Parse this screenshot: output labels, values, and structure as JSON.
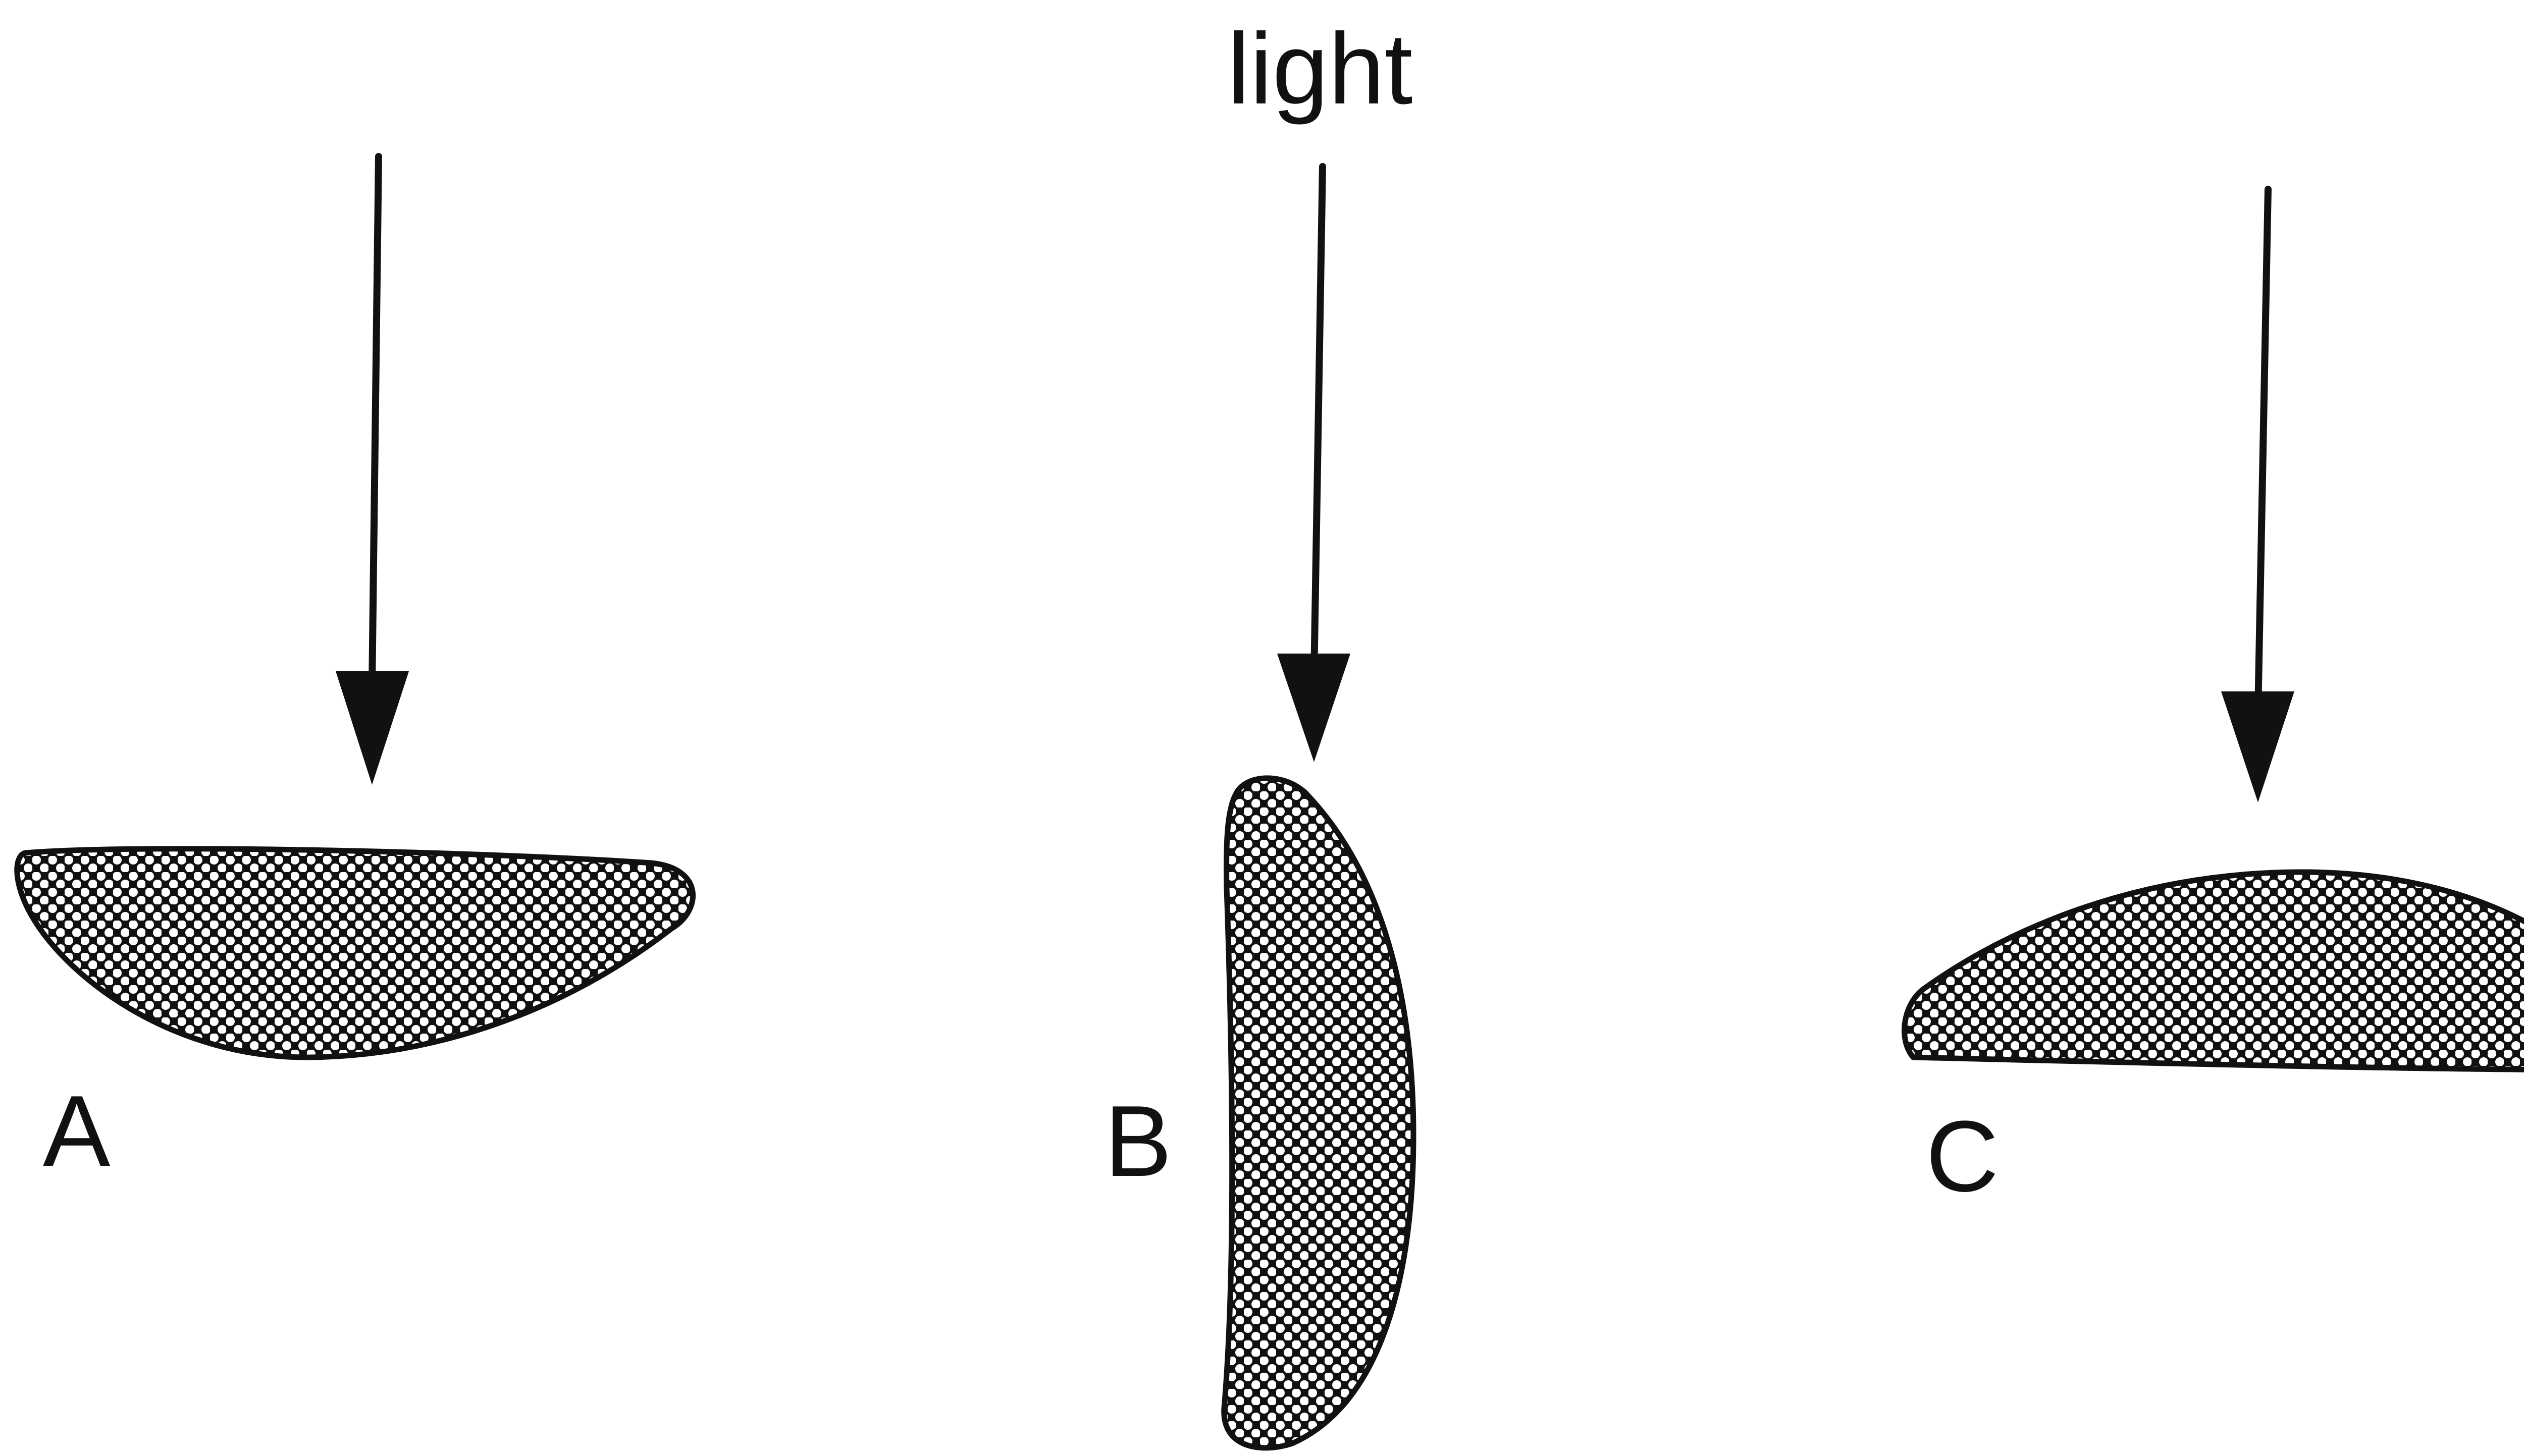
{
  "diagram": {
    "light_label": "light",
    "colors": {
      "ink": "#111111",
      "background": "#ffffff",
      "hatch_dot": "#ffffff"
    },
    "lenses": [
      {
        "id": "A",
        "label": "A"
      },
      {
        "id": "B",
        "label": "B"
      },
      {
        "id": "C",
        "label": "C"
      }
    ]
  }
}
